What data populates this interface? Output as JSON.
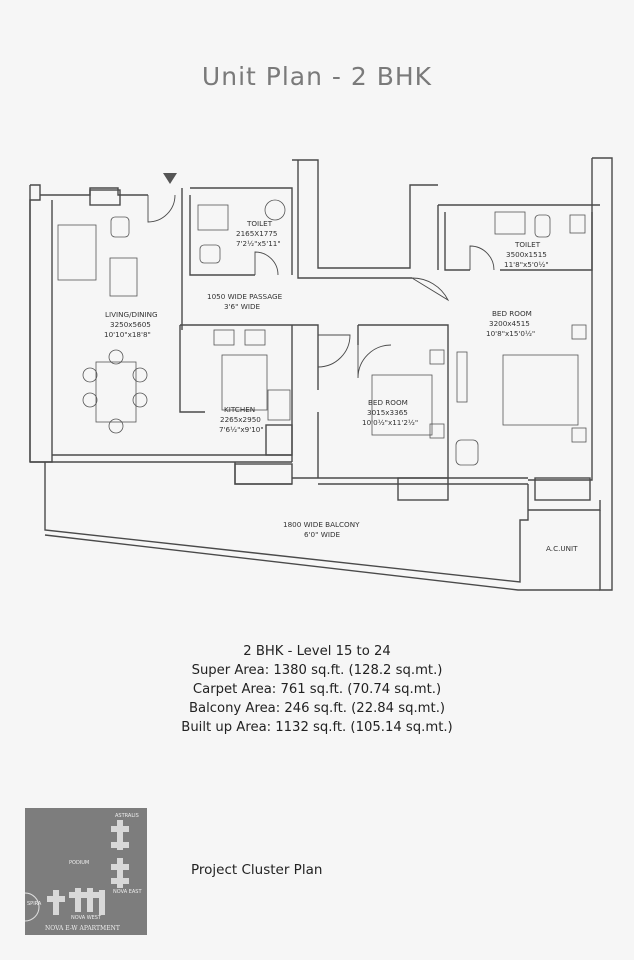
{
  "title": "Unit Plan - 2 BHK",
  "rooms": {
    "toilet1": {
      "name": "TOILET",
      "metric": "2165X1775",
      "imperial": "7'2½\"x5'11\""
    },
    "toilet2": {
      "name": "TOILET",
      "metric": "3500x1515",
      "imperial": "11'8\"x5'0½\""
    },
    "living": {
      "name": "LIVING/DINING",
      "metric": "3250x5605",
      "imperial": "10'10\"x18'8\""
    },
    "passage": {
      "name": "1050 WIDE PASSAGE",
      "imperial": "3'6\" WIDE"
    },
    "bedroom_master": {
      "name": "BED ROOM",
      "metric": "3200x4515",
      "imperial": "10'8\"x15'0½\""
    },
    "kitchen": {
      "name": "KITCHEN",
      "metric": "2265x2950",
      "imperial": "7'6½\"x9'10\""
    },
    "bedroom2": {
      "name": "BED ROOM",
      "metric": "3015x3365",
      "imperial": "10'0½\"x11'2½\""
    },
    "balcony": {
      "name": "1800 WIDE BALCONY",
      "imperial": "6'0\" WIDE"
    },
    "ac_unit": {
      "name": "A.C.UNIT"
    }
  },
  "specs": {
    "level": "2 BHK - Level 15 to 24",
    "super_area": "Super Area: 1380 sq.ft. (128.2 sq.mt.)",
    "carpet_area": "Carpet Area: 761 sq.ft. (70.74 sq.mt.)",
    "balcony_area": "Balcony Area: 246 sq.ft. (22.84 sq.mt.)",
    "built_up_area": "Built up Area: 1132 sq.ft. (105.14 sq.mt.)"
  },
  "cluster": {
    "caption": "Project Cluster Plan",
    "astralis": "ASTRALIS",
    "podium": "PODIUM",
    "nova_east": "NOVA EAST",
    "nova_west": "NOVA WEST",
    "spira": "SPIRA",
    "footer": "NOVA E-W APARTMENT"
  }
}
